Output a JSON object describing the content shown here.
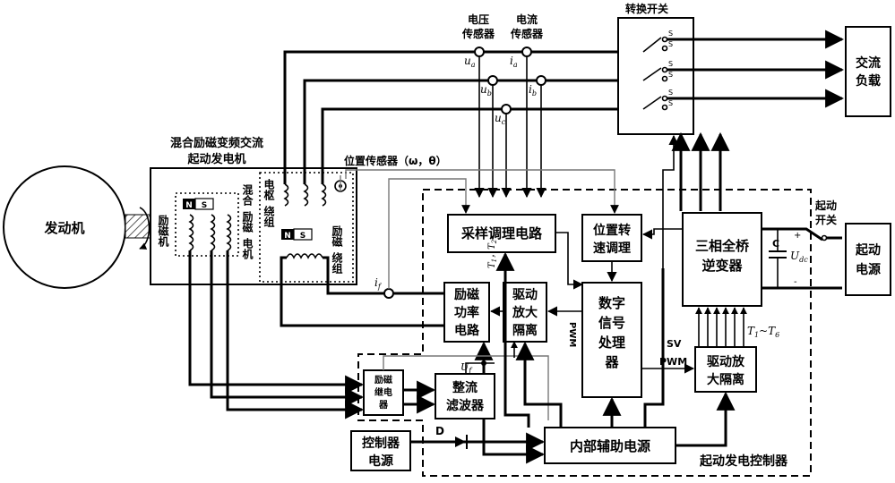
{
  "generator_title": [
    "混合励磁变频交流",
    "起动发电机"
  ],
  "engine": "发动机",
  "exciter": "励磁机",
  "hybrid_machine": [
    "混合",
    "励磁",
    "电机"
  ],
  "armature_winding": [
    "电枢",
    "绕组"
  ],
  "field_winding": [
    "励磁",
    "绕组"
  ],
  "magnet": {
    "n": "N",
    "s": "S"
  },
  "position_sensor": "位置传感器（ω，θ）",
  "voltage_sensor": [
    "电压",
    "传感器"
  ],
  "current_sensor": [
    "电流",
    "传感器"
  ],
  "switch_title": "转换开关",
  "switch_contact": "S",
  "ac_load": [
    "交流",
    "负载"
  ],
  "sampling": "采样调理电路",
  "pos_speed": [
    "位置转",
    "速调理"
  ],
  "inverter": [
    "三相全桥",
    "逆变器"
  ],
  "capacitor": "C",
  "udc": "U",
  "udc_sub": "dc",
  "start_switch": [
    "起动",
    "开关"
  ],
  "start_power": [
    "起动",
    "电源"
  ],
  "field_power": [
    "励磁",
    "功率",
    "电路"
  ],
  "drive1": [
    "驱动",
    "放大",
    "隔离"
  ],
  "dsp": [
    "数字",
    "信号",
    "处理",
    "器"
  ],
  "drive2": [
    "驱动放",
    "大隔离"
  ],
  "relay": [
    "励磁",
    "继电",
    "器"
  ],
  "rectifier": [
    "整流",
    "滤波器"
  ],
  "ctrl_power": [
    "控制器",
    "电源"
  ],
  "aux_power": "内部辅助电源",
  "controller": "起动发电控制器",
  "signals": {
    "ua": "u",
    "ua_sub": "a",
    "ub": "u",
    "ub_sub": "b",
    "uc": "u",
    "uc_sub": "c",
    "ia": "i",
    "ia_sub": "a",
    "ib": "i",
    "ib_sub": "b",
    "if": "i",
    "if_sub": "f",
    "uf": "U",
    "uf_sub": "f",
    "t12": "T",
    "t12_mid": "1",
    "t12_sep": "，T",
    "t12_end": "2",
    "t16": "T",
    "t16_mid": "1",
    "t16_sep": "~T",
    "t16_end": "6",
    "pwm": "PWM",
    "pwm2": "PWM",
    "sv": "SV",
    "diode": "D"
  }
}
